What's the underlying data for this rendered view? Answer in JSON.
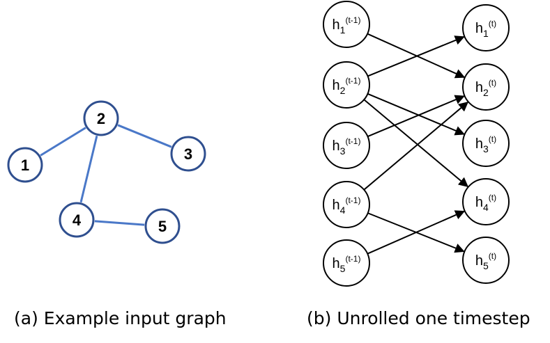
{
  "panel_a": {
    "caption": "(a) Example input graph",
    "nodes": [
      {
        "id": "1",
        "label": "1"
      },
      {
        "id": "2",
        "label": "2"
      },
      {
        "id": "3",
        "label": "3"
      },
      {
        "id": "4",
        "label": "4"
      },
      {
        "id": "5",
        "label": "5"
      }
    ],
    "edges": [
      [
        "1",
        "2"
      ],
      [
        "2",
        "3"
      ],
      [
        "2",
        "4"
      ],
      [
        "4",
        "5"
      ]
    ],
    "edge_color": "#4a78c8",
    "node_stroke_color": "#2f4f8f"
  },
  "panel_b": {
    "caption": "(b) Unrolled one timestep",
    "prev_nodes": [
      {
        "base": "h",
        "sub": "1",
        "sup": "(t-1)"
      },
      {
        "base": "h",
        "sub": "2",
        "sup": "(t-1)"
      },
      {
        "base": "h",
        "sub": "3",
        "sup": "(t-1)"
      },
      {
        "base": "h",
        "sub": "4",
        "sup": "(t-1)"
      },
      {
        "base": "h",
        "sub": "5",
        "sup": "(t-1)"
      }
    ],
    "next_nodes": [
      {
        "base": "h",
        "sub": "1",
        "sup": "(t)"
      },
      {
        "base": "h",
        "sub": "2",
        "sup": "(t)"
      },
      {
        "base": "h",
        "sub": "3",
        "sup": "(t)"
      },
      {
        "base": "h",
        "sub": "4",
        "sup": "(t)"
      },
      {
        "base": "h",
        "sub": "5",
        "sup": "(t)"
      }
    ],
    "edges": [
      [
        1,
        2
      ],
      [
        2,
        1
      ],
      [
        2,
        3
      ],
      [
        2,
        4
      ],
      [
        3,
        2
      ],
      [
        4,
        2
      ],
      [
        4,
        5
      ],
      [
        5,
        4
      ]
    ]
  }
}
